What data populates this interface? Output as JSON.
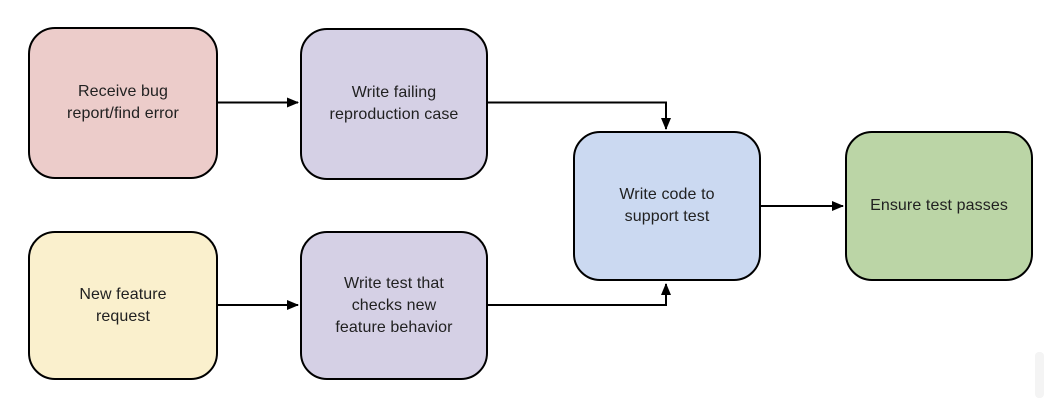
{
  "diagram": {
    "background": "#ffffff",
    "stroke": "#000000",
    "text_color": "#212121",
    "nodes": [
      {
        "id": "receive-bug",
        "label": "Receive bug\nreport/find error",
        "fill": "#ecccca"
      },
      {
        "id": "write-failing-repro",
        "label": "Write failing\nreproduction case",
        "fill": "#d5d0e5"
      },
      {
        "id": "new-feature-request",
        "label": "New feature\nrequest",
        "fill": "#faf0cd"
      },
      {
        "id": "write-test",
        "label": "Write test that\nchecks new\nfeature behavior",
        "fill": "#d5d0e5"
      },
      {
        "id": "write-code",
        "label": "Write code to\nsupport test",
        "fill": "#cbd9f1"
      },
      {
        "id": "ensure-test-passes",
        "label": "Ensure test passes",
        "fill": "#bbd5a6"
      }
    ],
    "edges": [
      {
        "from": "receive-bug",
        "to": "write-failing-repro"
      },
      {
        "from": "write-failing-repro",
        "to": "write-code"
      },
      {
        "from": "new-feature-request",
        "to": "write-test"
      },
      {
        "from": "write-test",
        "to": "write-code"
      },
      {
        "from": "write-code",
        "to": "ensure-test-passes"
      }
    ],
    "scrollbar_color": "#f4f4f4"
  }
}
